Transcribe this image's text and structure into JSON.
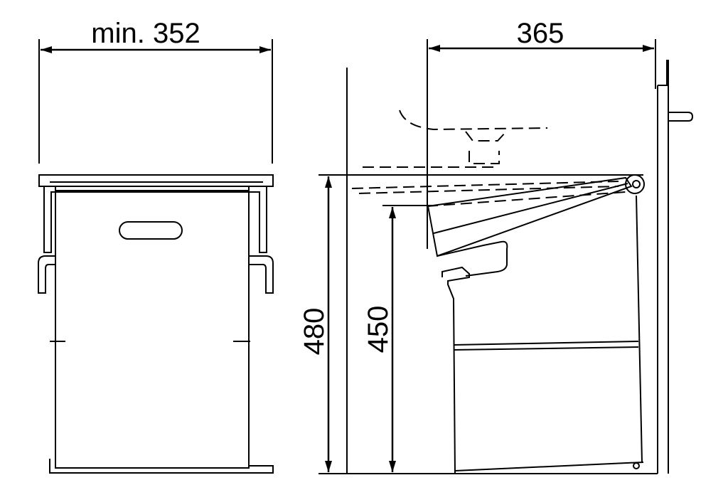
{
  "dimensions": {
    "front_width": "min. 352",
    "side_depth": "365",
    "height_total": "480",
    "height_inner": "450"
  },
  "colors": {
    "line": "#000000",
    "background": "#ffffff"
  }
}
